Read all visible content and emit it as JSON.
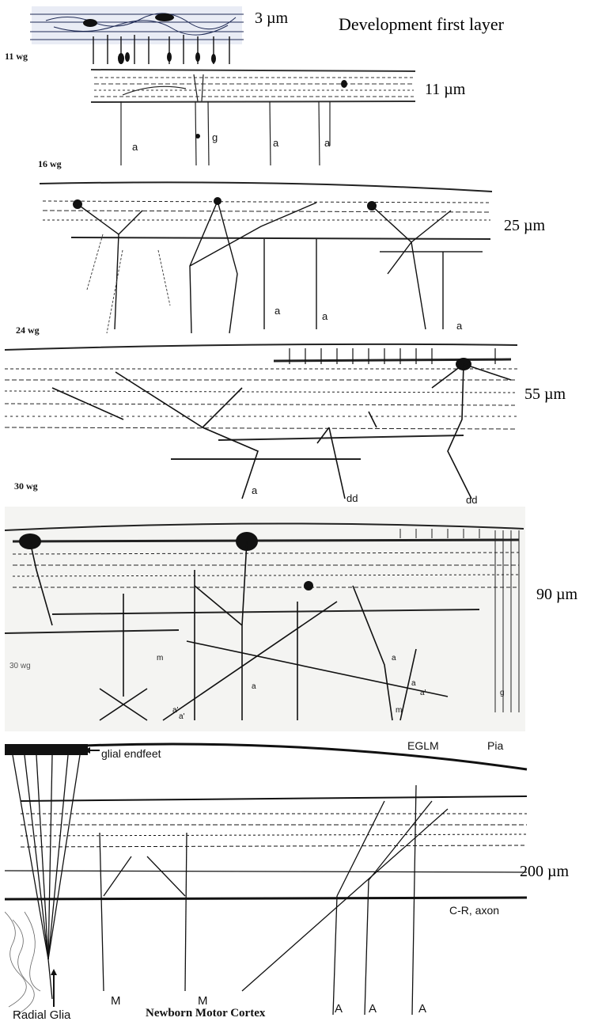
{
  "figure": {
    "title": "Development first layer",
    "bottom_caption": "Newborn Motor Cortex"
  },
  "panels": [
    {
      "age": "11 wg",
      "scale": "3 µm",
      "markers": []
    },
    {
      "age": "16 wg",
      "scale": "11 µm",
      "markers": [
        "a",
        "g",
        "a",
        "a"
      ]
    },
    {
      "age": "24 wg",
      "scale": "25 µm",
      "markers": [
        "a",
        "a",
        "a"
      ]
    },
    {
      "age": "30 wg",
      "scale": "55 µm",
      "markers": [
        "a",
        "dd",
        "dd"
      ]
    },
    {
      "age": "30 wg",
      "scale": "90 µm",
      "markers": [
        "m",
        "a",
        "a",
        "a",
        "a'",
        "a'",
        "m",
        "g",
        "a'"
      ]
    },
    {
      "age": "",
      "scale": "200 µm",
      "annotations": {
        "glial_endfeet": "glial endfeet",
        "eglm": "EGLM",
        "pia": "Pia",
        "cr_axon": "C-R, axon",
        "radial_glia": "Radial Glia"
      },
      "markers": [
        "M",
        "M",
        "A",
        "A",
        "A"
      ]
    }
  ]
}
